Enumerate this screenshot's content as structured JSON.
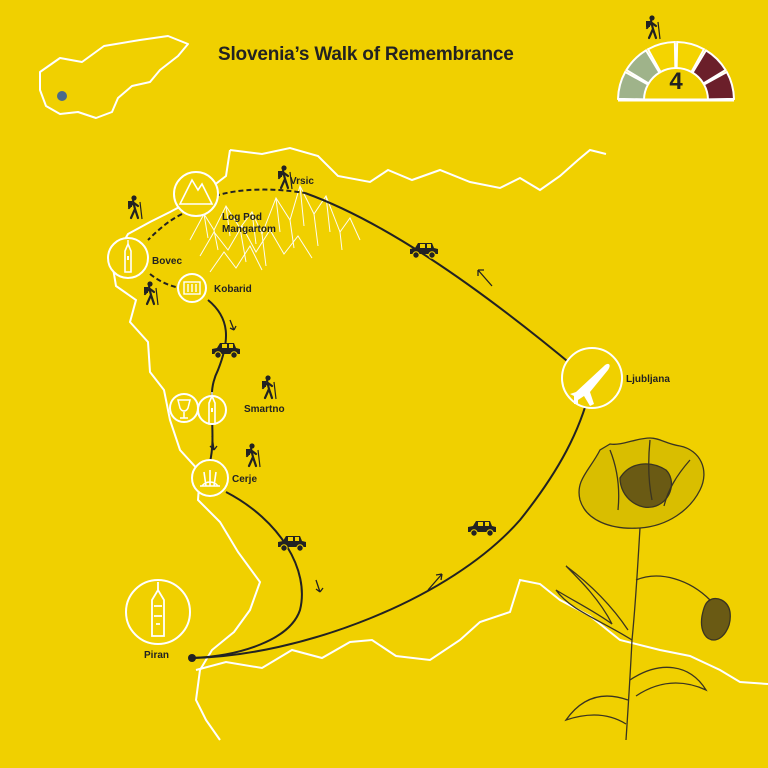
{
  "title": "Slovenia’s Walk of Remembrance",
  "difficulty": {
    "level": "4",
    "scale_max": 6,
    "colors": [
      "#9fb38a",
      "#9fb38a",
      "#f4d400",
      "#f4d400",
      "#6b1f2a",
      "#6b1f2a"
    ]
  },
  "colors": {
    "background": "#f0d000",
    "border": "#ffffff",
    "route": "#222222",
    "marker": "#4a6a8a"
  },
  "places": {
    "log_pod_mangartom": "Log Pod\nMangartom",
    "vrsic": "Vrsic",
    "bovec": "Bovec",
    "kobarid": "Kobarid",
    "smartno": "Smartno",
    "cerje": "Cerje",
    "ljubljana": "Ljubljana",
    "piran": "Piran"
  },
  "icons": {
    "mountain": "mountain-icon",
    "church": "church-icon",
    "museum": "museum-icon",
    "wine": "wine-glass-icon",
    "monument": "monument-icon",
    "airport": "plane-icon",
    "hiker": "hiker-icon",
    "jeep": "jeep-icon",
    "poppy": "poppy-flower-illustration"
  }
}
